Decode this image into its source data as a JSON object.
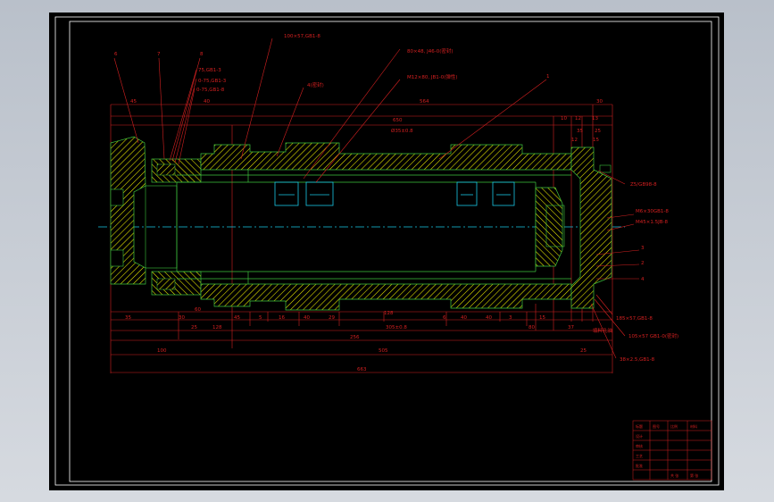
{
  "drawing": {
    "title_block_text": [
      "标题",
      "图号",
      "比例",
      "材料",
      "设计",
      "审核",
      "工艺",
      "批准",
      "共 张",
      "第 张"
    ],
    "colors": {
      "background": "#000000",
      "outline": "#ffffff",
      "part_lines": "#3ec43e",
      "hatch": "#f0f000",
      "dimension": "#d42020",
      "center_line": "#19c8e6",
      "cyan_parts": "#19c8e6"
    }
  },
  "labels": {
    "leader_1": "1",
    "leader_2": "2",
    "leader_3": "3",
    "leader_4": "4",
    "leader_6": "6",
    "leader_7": "7",
    "leader_8": "8",
    "spec_top1": "100×57,GB1-8",
    "spec_top2": "80×48, J46-0(密封)",
    "spec_top3": "M12×80, JB1-0(弹性)",
    "spec_left1": "75,GB1-3",
    "spec_left2": "0-75,GB1-3",
    "spec_left3": "0-75,GB1-8",
    "spec_mid": "4(密封)",
    "spec_right1": "Z5/GB98-8",
    "spec_right2": "M6×30GB1-8",
    "spec_right3": "M45×1.5JB-8",
    "spec_right4": "185×57,GB1-8",
    "spec_right5": "105×57 GB1-0(密封)",
    "spec_right6": "38×2.5,GB1-8",
    "note_right": "填料孔油"
  },
  "dimensions": {
    "d_top_650": "650",
    "d_top_564": "564",
    "d_top_30": "30",
    "d_top_45": "45",
    "d_top_40": "40",
    "d_top_10": "10",
    "d_top_12": "12",
    "d_top_13": "13",
    "d_top_35": "35",
    "d_top_25": "25",
    "d_top_12b": "12",
    "d_top_15": "15",
    "d_top_mid": "Ø35±0.8",
    "d_b_35": "35",
    "d_b_30": "30",
    "d_b_60": "60",
    "d_b_45": "45",
    "d_b_5": "5",
    "d_b_16": "16",
    "d_b_40": "40",
    "d_b_29": "29",
    "d_b_128": "128",
    "d_b_6": "6",
    "d_b_40b": "40",
    "d_b_40c": "40",
    "d_b_3": "3",
    "d_b_15": "15",
    "d_b_25": "25",
    "d_b_128b": "128",
    "d_b_305": "305±0.8",
    "d_b_80": "80",
    "d_b_37": "37",
    "d_b_256": "256",
    "d_b_100": "100",
    "d_b_505": "505",
    "d_b_25b": "25",
    "d_b_663": "663"
  }
}
